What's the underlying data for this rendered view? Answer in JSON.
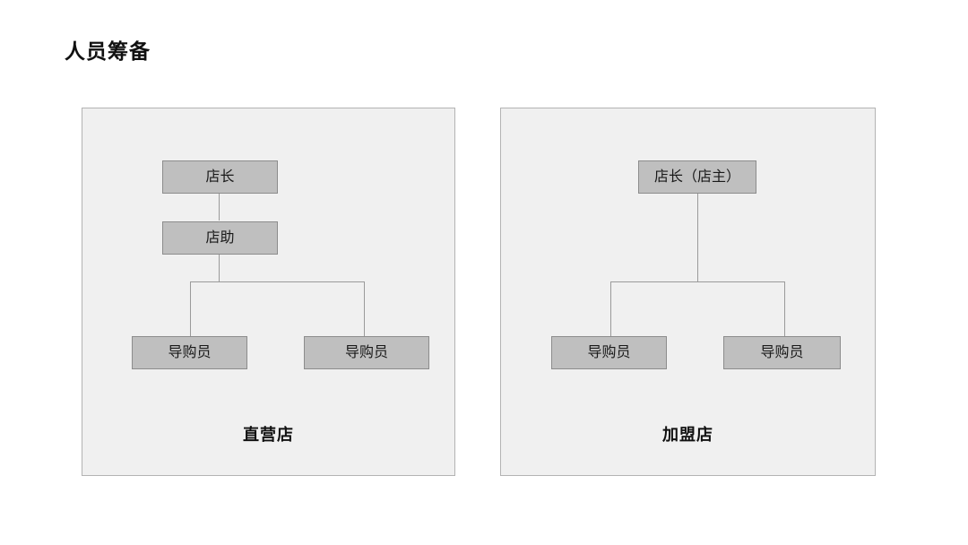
{
  "slide": {
    "title": "人员筹备",
    "background_color": "#ffffff",
    "title_color": "#111111"
  },
  "style": {
    "panel_background": "#f0f0f0",
    "panel_border": "#b3b3b3",
    "node_fill": "#bfbfbf",
    "node_border": "#8c8c8c",
    "node_text": "#1a1a1a",
    "connector_color": "#9a9a9a"
  },
  "panels": [
    {
      "id": "direct-store",
      "caption": "直营店",
      "chart_data": {
        "type": "diagram",
        "title": "直营店",
        "nodes": [
          {
            "id": "n1",
            "label": "店长",
            "level": 0,
            "parent": null
          },
          {
            "id": "n2",
            "label": "店助",
            "level": 1,
            "parent": "n1"
          },
          {
            "id": "n3",
            "label": "导购员",
            "level": 2,
            "parent": "n2"
          },
          {
            "id": "n4",
            "label": "导购员",
            "level": 2,
            "parent": "n2"
          }
        ],
        "edges": [
          {
            "from": "n1",
            "to": "n2"
          },
          {
            "from": "n2",
            "to": "n3"
          },
          {
            "from": "n2",
            "to": "n4"
          }
        ]
      },
      "nodes": {
        "top": "店长",
        "middle": "店助",
        "leaf_left": "导购员",
        "leaf_right": "导购员"
      }
    },
    {
      "id": "franchise-store",
      "caption": "加盟店",
      "chart_data": {
        "type": "diagram",
        "title": "加盟店",
        "nodes": [
          {
            "id": "m1",
            "label": "店长（店主）",
            "level": 0,
            "parent": null
          },
          {
            "id": "m2",
            "label": "导购员",
            "level": 1,
            "parent": "m1"
          },
          {
            "id": "m3",
            "label": "导购员",
            "level": 1,
            "parent": "m1"
          }
        ],
        "edges": [
          {
            "from": "m1",
            "to": "m2"
          },
          {
            "from": "m1",
            "to": "m3"
          }
        ]
      },
      "nodes": {
        "top": "店长（店主）",
        "leaf_left": "导购员",
        "leaf_right": "导购员"
      }
    }
  ]
}
